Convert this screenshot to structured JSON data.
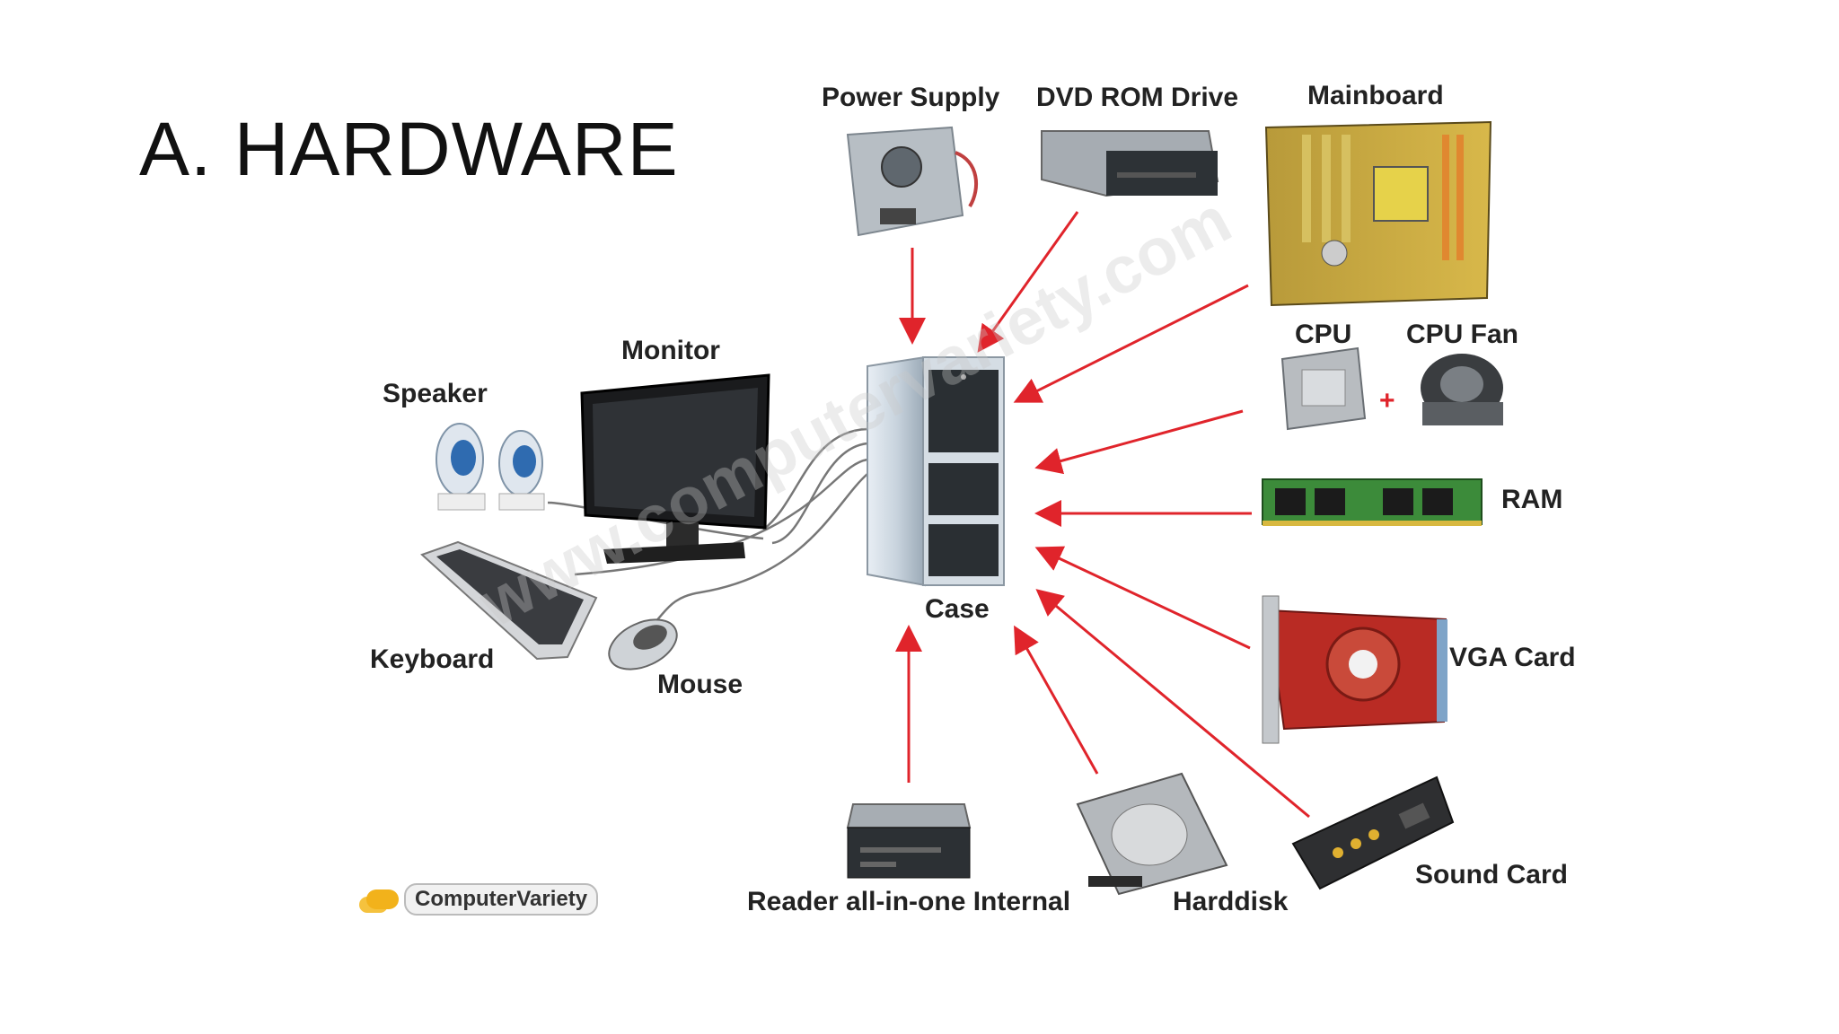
{
  "slide": {
    "title": "A. HARDWARE"
  },
  "watermark": "www.computervariety.com",
  "logo": "ComputerVariety",
  "colors": {
    "arrow": "#e0242b",
    "title": "#111111",
    "label": "#222222"
  },
  "labels": {
    "power_supply": "Power Supply",
    "dvd_rom_drive": "DVD ROM Drive",
    "mainboard": "Mainboard",
    "cpu": "CPU",
    "plus": "+",
    "cpu_fan": "CPU Fan",
    "ram": "RAM",
    "vga_card": "VGA Card",
    "sound_card": "Sound Card",
    "harddisk": "Harddisk",
    "reader": "Reader all-in-one Internal",
    "case": "Case",
    "monitor": "Monitor",
    "speaker": "Speaker",
    "keyboard": "Keyboard",
    "mouse": "Mouse"
  }
}
